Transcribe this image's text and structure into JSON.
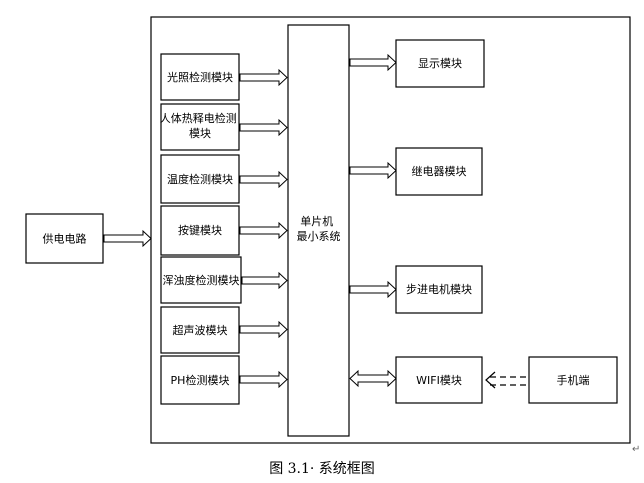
{
  "diagram": {
    "left_modules": [
      {
        "label": "光照检测模块"
      },
      {
        "label": "人体热释电检测模块"
      },
      {
        "label": "温度检测模块"
      },
      {
        "label": "按键模块"
      },
      {
        "label": "浑浊度检测模块"
      },
      {
        "label": "超声波模块"
      },
      {
        "label": "PH检测模块"
      }
    ],
    "power": {
      "label": "供电电路"
    },
    "mcu": {
      "label_line1": "单片机",
      "label_line2": "最小系统"
    },
    "right_modules": [
      {
        "label": "显示模块"
      },
      {
        "label": "继电器模块"
      },
      {
        "label": "步进电机模块"
      },
      {
        "label": "WIFI模块"
      }
    ],
    "phone": {
      "label": "手机端"
    }
  },
  "caption": "图 3.1· 系统框图",
  "return_mark": "↵"
}
